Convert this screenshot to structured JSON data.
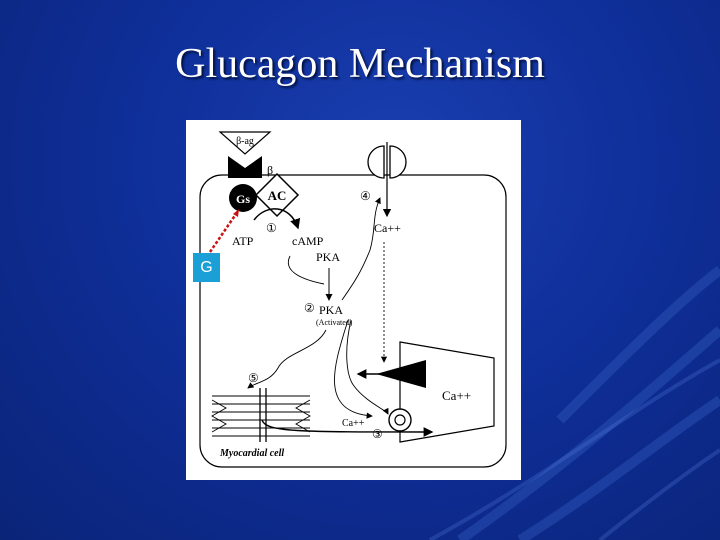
{
  "slide": {
    "title": "Glucagon Mechanism",
    "badge": "G"
  },
  "diagram": {
    "labels": {
      "beta_ag": "β-ag",
      "beta": "β",
      "gs": "Gs",
      "ac": "AC",
      "atp": "ATP",
      "camp": "cAMP",
      "pka": "PKA",
      "pka_active": "PKA",
      "activated": "(Activated)",
      "ca_top": "Ca++",
      "ca_right": "Ca++",
      "ca_bottom": "Ca++",
      "cell": "Myocardial cell"
    },
    "steps": [
      "①",
      "②",
      "③",
      "④",
      "⑤"
    ]
  }
}
